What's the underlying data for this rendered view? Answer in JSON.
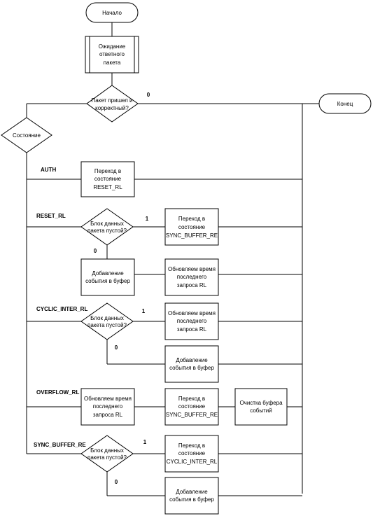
{
  "start": "Начало",
  "end": "Конец",
  "wait_response": [
    "Ожидание",
    "ответного",
    "пакета"
  ],
  "packet_check": [
    "Пакет пришел и",
    "корректный?"
  ],
  "packet_check_no": "0",
  "state": "Состояние",
  "states": {
    "auth": "AUTH",
    "reset_rl": "RESET_RL",
    "cyclic_inter_rl": "CYCLIC_INTER_RL",
    "overflow_rl": "OVERFLOW_RL",
    "sync_buffer_re": "SYNC_BUFFER_RE"
  },
  "blocks": {
    "to_reset_rl": [
      "Переход в",
      "состояние",
      "RESET_RL"
    ],
    "to_sync_buffer_re": [
      "Переход в",
      "состояние",
      "SYNC_BUFFER_RE"
    ],
    "to_cyclic_inter_rl": [
      "Переход в",
      "состояние",
      "CYCLIC_INTER_RL"
    ],
    "add_event": [
      "Добавление",
      "события в буфер"
    ],
    "update_time": [
      "Обновляем время",
      "последнего",
      "запроса RL"
    ],
    "clear_buffer": [
      "Очистка буфера",
      "событий"
    ]
  },
  "decision_empty": [
    "Блок данных",
    "пакета пустой?"
  ],
  "yes": "1",
  "no": "0"
}
